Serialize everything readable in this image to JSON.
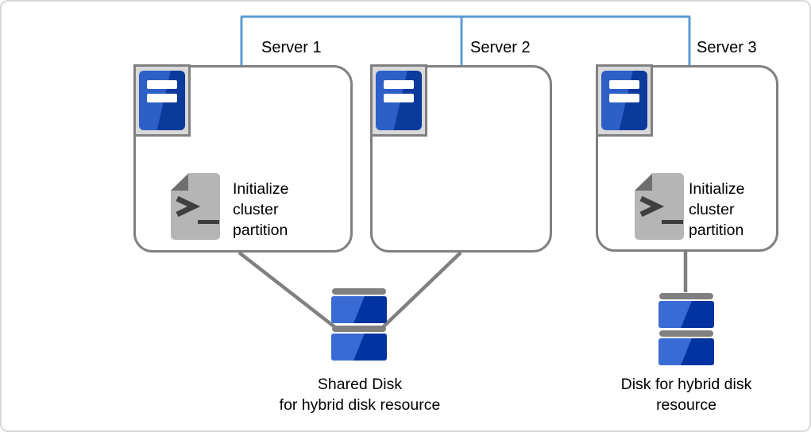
{
  "servers": [
    {
      "label": "Server 1",
      "note": "Initialize cluster partition"
    },
    {
      "label": "Server 2"
    },
    {
      "label": "Server 3",
      "note": "Initialize cluster partition"
    }
  ],
  "disks": {
    "shared": {
      "line1": "Shared Disk",
      "line2": "for hybrid disk resource"
    },
    "hybrid": {
      "line1": "Disk for hybrid disk",
      "line2": "resource"
    }
  },
  "icons": {
    "server": "server-tower-icon",
    "script": "shell-script-icon",
    "disk": "disk-stack-icon"
  },
  "colors": {
    "network-blue": "#5b9bd5",
    "line-gray": "#808080",
    "icon-bg": "#d9d9d9",
    "server-blue-light": "#2d5fc7",
    "server-blue-dark": "#0b3a9c",
    "disk-blue-light": "#3a6bd4",
    "disk-blue-dark": "#0333a0",
    "doc-gray": "#b5b5b5",
    "doc-fold": "#6e6e6e",
    "glyph-gray": "#3f3f3f"
  }
}
